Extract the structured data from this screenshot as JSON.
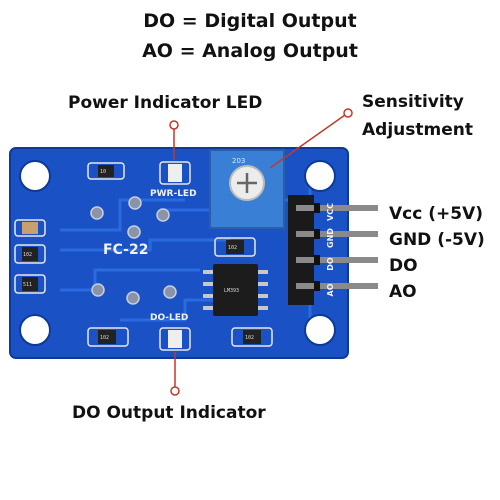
{
  "legend": {
    "do_line": "DO = Digital Output",
    "ao_line": "AO = Analog Output"
  },
  "callouts": {
    "power_led": "Power Indicator LED",
    "sensitivity_line1": "Sensitivity",
    "sensitivity_line2": "Adjustment",
    "do_output_indicator": "DO Output Indicator"
  },
  "pins": [
    {
      "label": "Vcc (+5V)",
      "silk": "VCC"
    },
    {
      "label": "GND (-5V)",
      "silk": "GND"
    },
    {
      "label": "DO",
      "silk": "DO"
    },
    {
      "label": "AO",
      "silk": "AO"
    }
  ],
  "board": {
    "model": "FC-22",
    "pwr_led_silk": "PWR-LED",
    "do_led_silk": "DO-LED",
    "chip_marking": "LM393",
    "pot_marking": "203",
    "smd_markings": [
      "10",
      "102",
      "102",
      "511",
      "102",
      "102"
    ]
  },
  "colors": {
    "pcb": "#1a52c6",
    "pcb_dark": "#123f9e",
    "pot_body": "#3a7fd6",
    "callout_circle": "#c0392b",
    "pin_header": "#1a1a1a"
  }
}
